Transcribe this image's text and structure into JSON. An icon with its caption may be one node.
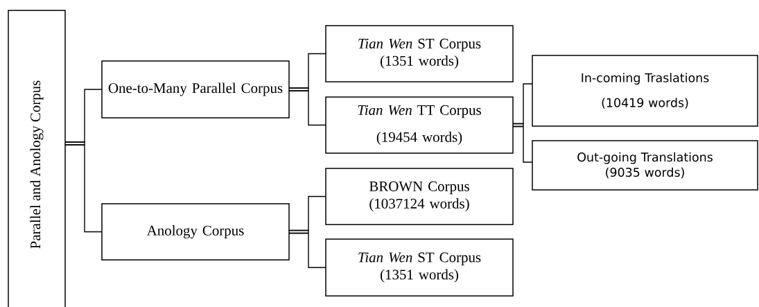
{
  "diagram": {
    "nodes": [
      {
        "text": [
          "Parallel and Anology Corpus"
        ]
      },
      {
        "text": [
          "One-to-Many Parallel Corpus"
        ]
      },
      {
        "text": [
          "Anology Corpus"
        ]
      },
      {
        "text": [
          "*Tian Wen* ST Corpus",
          "(1351 words)"
        ]
      },
      {
        "text": [
          "*Tian Wen* TT Corpus",
          "(19454 words)"
        ]
      },
      {
        "text": [
          "BROWN Corpus",
          "(1037124 words)"
        ]
      },
      {
        "text": [
          "*Tian Wen* ST Corpus",
          "(1351 words)"
        ]
      },
      {
        "text": [
          "In-coming Traslations",
          "(10419 words)"
        ]
      },
      {
        "text": [
          "Out-going Translations",
          "(9035 words)"
        ]
      }
    ],
    "edges": [
      {
        "from": 0,
        "to": 1,
        "arrow": "none"
      },
      {
        "from": 0,
        "to": 2,
        "arrow": "none"
      },
      {
        "from": 1,
        "to": 3,
        "arrow": "none"
      },
      {
        "from": 1,
        "to": 4,
        "arrow": "none"
      },
      {
        "from": 2,
        "to": 5,
        "arrow": "none"
      },
      {
        "from": 2,
        "to": 6,
        "arrow": "none"
      },
      {
        "from": 4,
        "to": 7,
        "arrow": "none"
      },
      {
        "from": 4,
        "to": 8,
        "arrow": "none"
      }
    ]
  }
}
